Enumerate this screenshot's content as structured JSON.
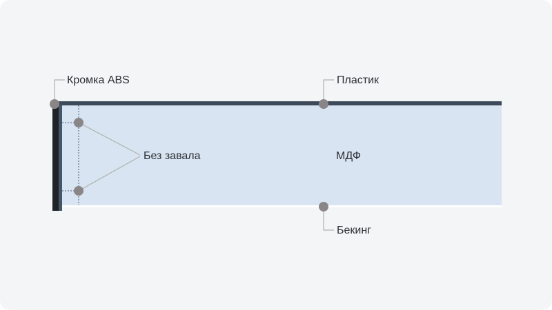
{
  "diagram": {
    "labels": {
      "edge": "Кромка ABS",
      "plastic": "Пластик",
      "no_bevel": "Без завала",
      "core": "МДФ",
      "backing": "Бекинг"
    },
    "colors": {
      "background": "#f4f5f7",
      "core_fill": "#d8e4f2",
      "top_layer": "#3c4a5a",
      "edge_dark": "#1f2326",
      "edge_light": "#44566a",
      "marker": "#8a8688",
      "leader": "#b0b0b0",
      "text": "#2c2f33"
    }
  }
}
